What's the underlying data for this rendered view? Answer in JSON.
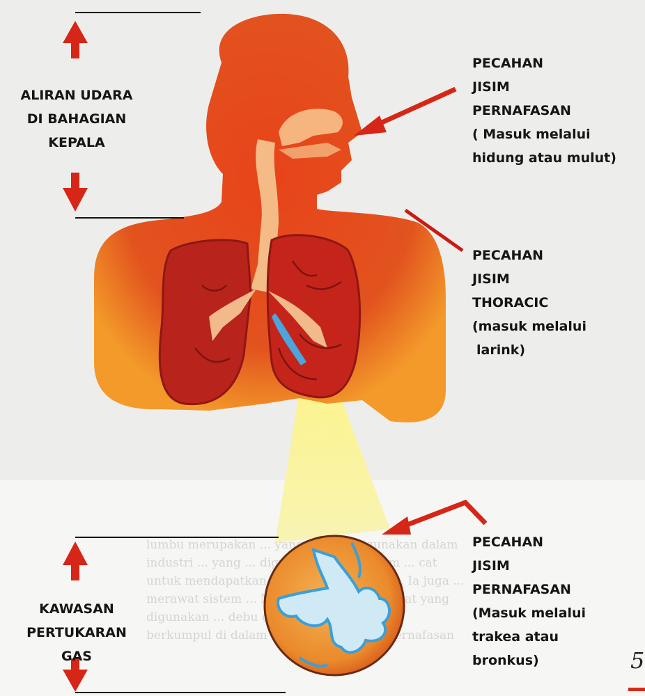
{
  "labels": {
    "head_airflow": [
      "ALIRAN UDARA",
      "DI BAHAGIAN",
      "KEPALA"
    ],
    "fraction_head": [
      "PECAHAN",
      "JISIM",
      "PERNAFASAN",
      "( Masuk melalui",
      "hidung atau mulut)"
    ],
    "fraction_thoracic": [
      "PECAHAN",
      "JISIM",
      "THORACIC",
      "(masuk melalui",
      "larink)"
    ],
    "fraction_alveoli": [
      "PECAHAN",
      "JISIM",
      "PERNAFASAN",
      "(Masuk melalui",
      "trakea atau",
      "bronkus)"
    ],
    "gas_exchange": [
      "KAWASAN",
      "PERTUKARAN",
      "GAS"
    ]
  },
  "background_text": [
    "lumbu merupakan ... yang banyak digunakan dalam",
    "industri ... yang ... digunakannya di dalam ... cat",
    "untuk mendapatkan ... yang tahan ... lama. Ia juga ...",
    "merawat sistem ... Namun begitu apabila cat yang",
    "digunakan ... debu cat ini seterusnya mula",
    "berkumpul di dalam ... ke dalam sistem pernafasan"
  ],
  "page_number": "5",
  "colors": {
    "arrow_red": "#d62617",
    "body_orange": "#e2531e",
    "lung_red": "#c5241b",
    "bronchiole_blue": "#4aa6dd",
    "beam_yellow": "#fdf48a"
  }
}
